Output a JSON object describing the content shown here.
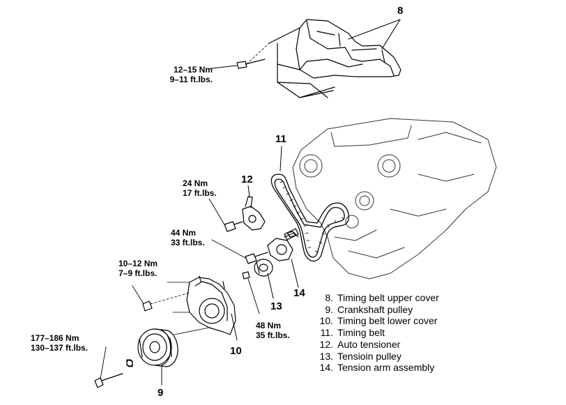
{
  "callouts": {
    "c8": "8",
    "c9": "9",
    "c10": "10",
    "c11": "11",
    "c12": "12",
    "c13": "13",
    "c14": "14"
  },
  "torques": {
    "upper_cover_bolt": {
      "nm": "12–15 Nm",
      "ft": "9–11 ft.lbs."
    },
    "tensioner_bolt": {
      "nm": "24 Nm",
      "ft": "17 ft.lbs."
    },
    "tension_arm_bolt": {
      "nm": "44 Nm",
      "ft": "33 ft.lbs."
    },
    "lower_cover_bolt": {
      "nm": "10–12 Nm",
      "ft": "7–9 ft.lbs."
    },
    "pulley_bolt": {
      "nm": "48 Nm",
      "ft": "35 ft.lbs."
    },
    "crank_bolt": {
      "nm": "177–186 Nm",
      "ft": "130–137 ft.lbs."
    }
  },
  "legend": [
    {
      "num": "8.",
      "label": "Timing belt upper cover"
    },
    {
      "num": "9.",
      "label": "Crankshaft pulley"
    },
    {
      "num": "10.",
      "label": "Timing belt lower cover"
    },
    {
      "num": "11.",
      "label": "Timing belt"
    },
    {
      "num": "12.",
      "label": "Auto tensioner"
    },
    {
      "num": "13.",
      "label": "Tensioin pulley"
    },
    {
      "num": "14.",
      "label": "Tension arm assembly"
    }
  ]
}
